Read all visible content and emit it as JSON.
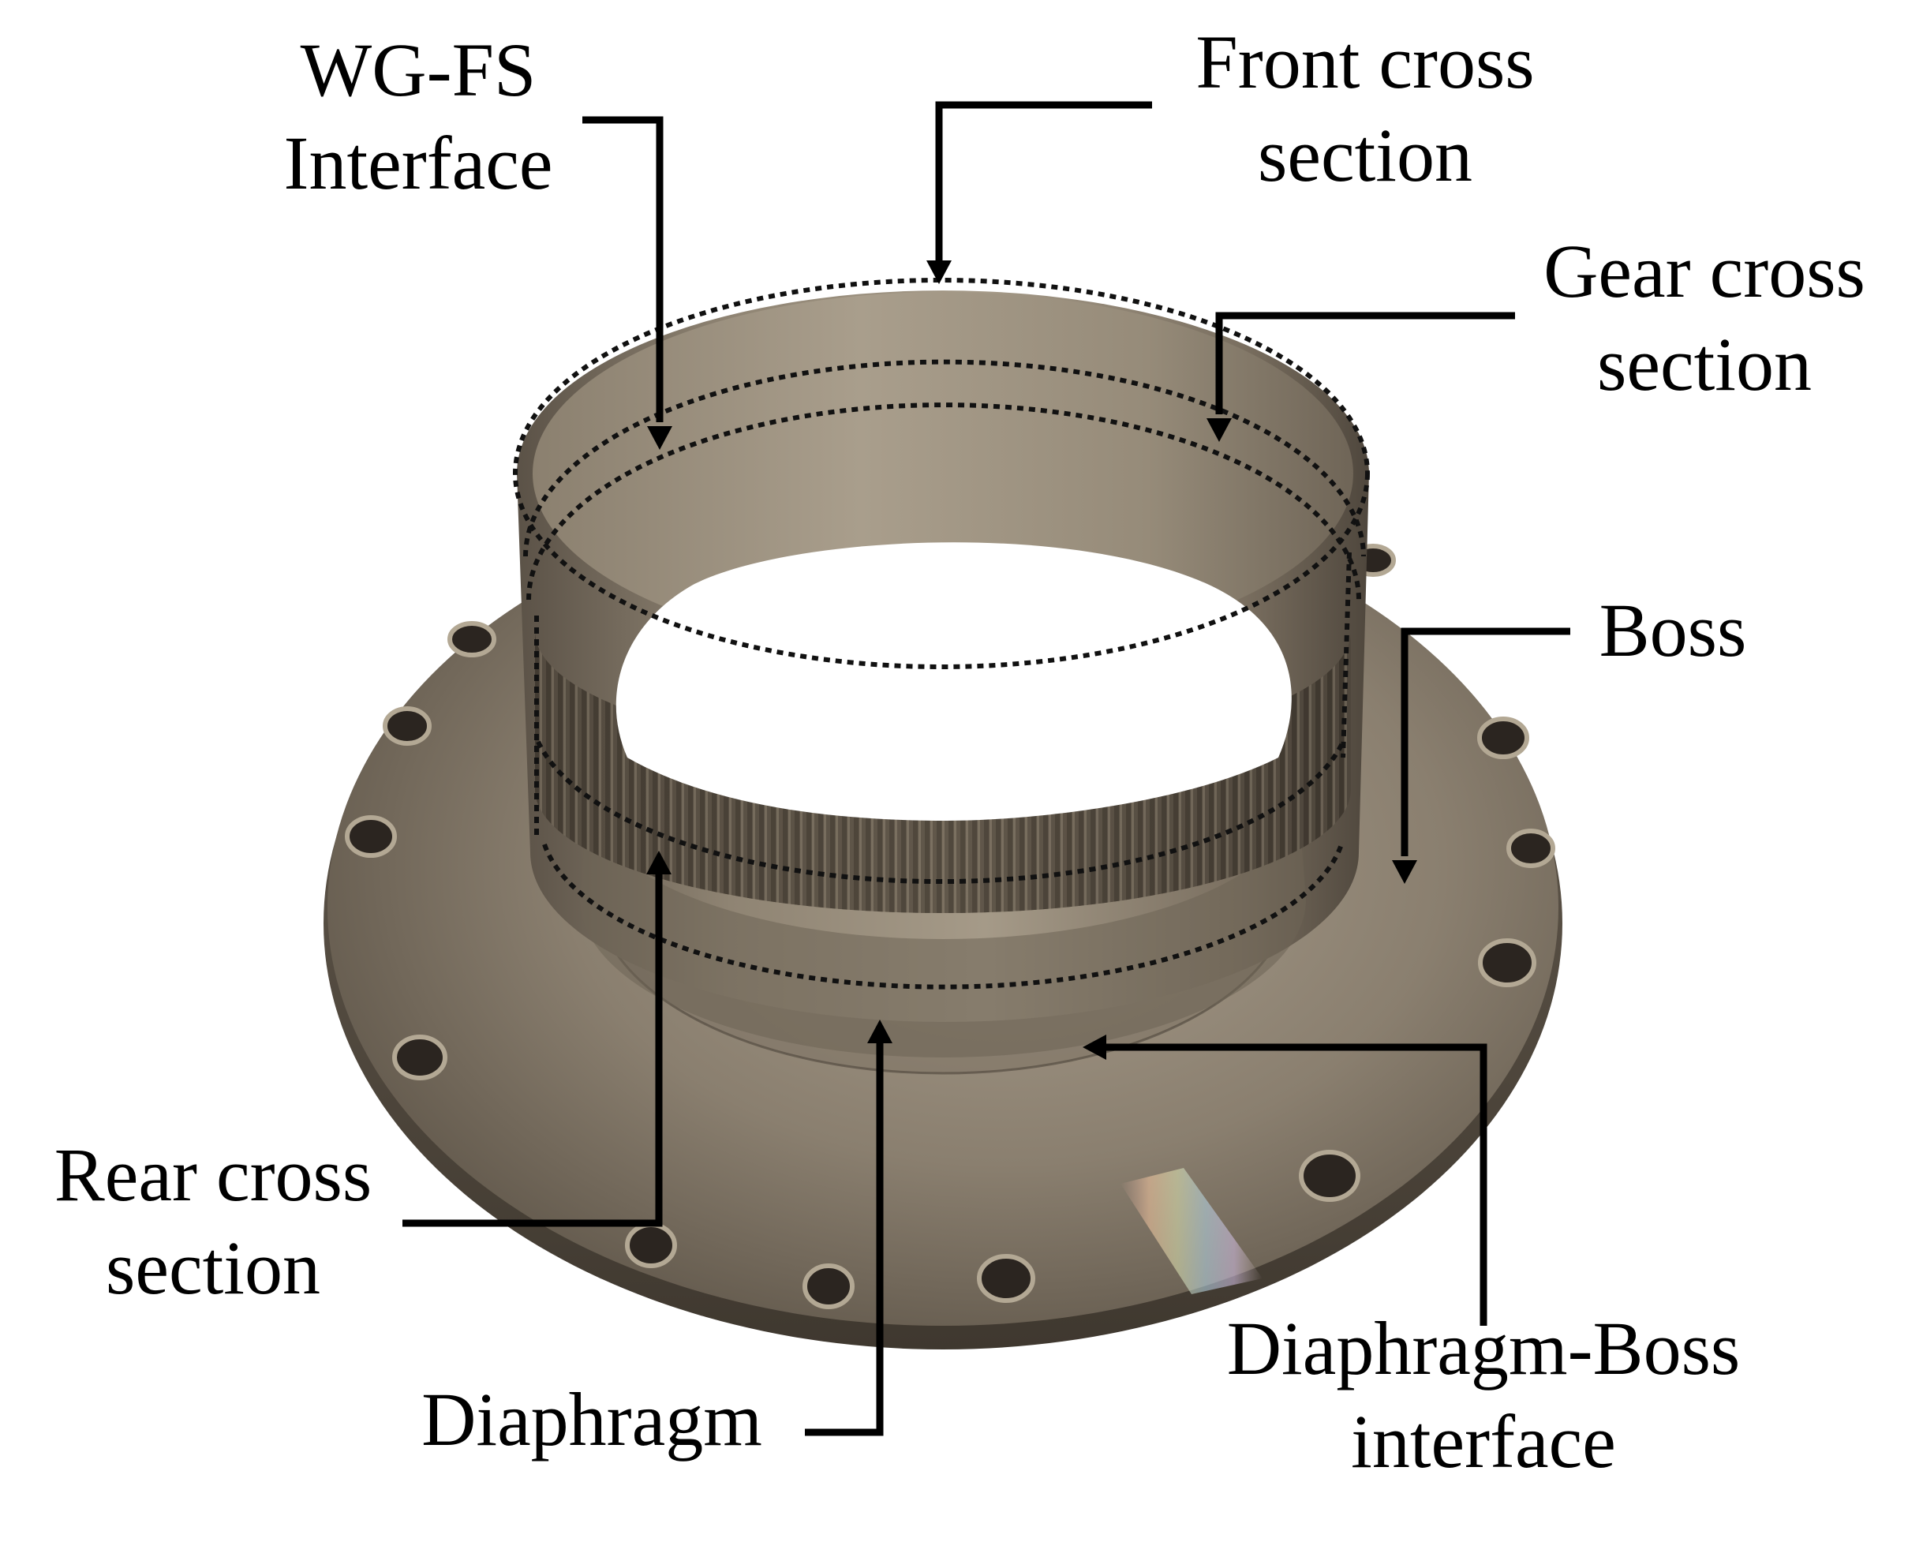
{
  "figure": {
    "labels": {
      "wg_fs_interface": [
        "WG-FS",
        "Interface"
      ],
      "front_cross_section": [
        "Front cross",
        "section"
      ],
      "gear_cross_section": [
        "Gear cross",
        "section"
      ],
      "boss": [
        "Boss"
      ],
      "rear_cross_section": [
        "Rear cross",
        "section"
      ],
      "diaphragm": [
        "Diaphragm"
      ],
      "diaphragm_boss_interface": [
        "Diaphragm-Boss",
        "interface"
      ]
    },
    "colors": {
      "background": "#ffffff",
      "metal_light": "#a39887",
      "metal_mid": "#7b7061",
      "metal_dark": "#4e463c",
      "leader_line": "#000000"
    }
  }
}
